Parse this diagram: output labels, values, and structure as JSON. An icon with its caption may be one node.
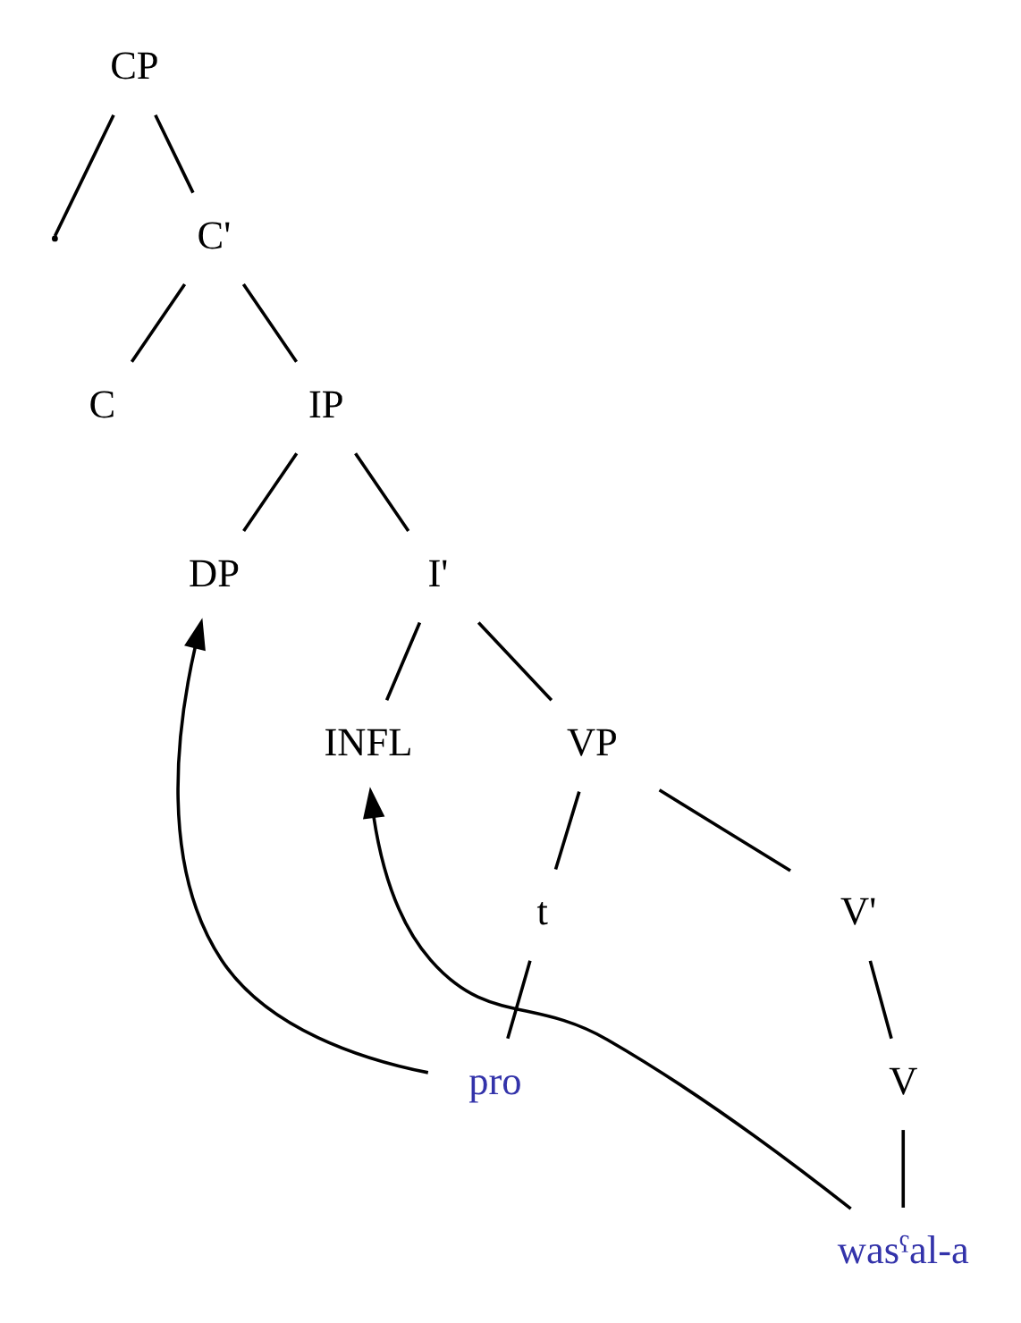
{
  "diagram": {
    "nodes": [
      {
        "text": [
          "CP"
        ]
      },
      {
        "text": [],
        "shape": "point"
      },
      {
        "text": [
          "C'"
        ]
      },
      {
        "text": [
          "C"
        ]
      },
      {
        "text": [
          "IP"
        ]
      },
      {
        "text": [
          "DP"
        ]
      },
      {
        "text": [
          "I'"
        ]
      },
      {
        "text": [
          "INFL"
        ]
      },
      {
        "text": [
          "VP"
        ]
      },
      {
        "text": [
          "t"
        ]
      },
      {
        "text": [
          "V'"
        ]
      },
      {
        "text": [
          "pro"
        ]
      },
      {
        "text": [
          "V"
        ]
      },
      {
        "text": [
          "wasˤal-a"
        ]
      }
    ],
    "edges": [
      {
        "from": 0,
        "to": 1,
        "arrow": "none"
      },
      {
        "from": 0,
        "to": 2,
        "arrow": "none"
      },
      {
        "from": 2,
        "to": 3,
        "arrow": "none"
      },
      {
        "from": 2,
        "to": 4,
        "arrow": "none"
      },
      {
        "from": 4,
        "to": 5,
        "arrow": "none"
      },
      {
        "from": 4,
        "to": 6,
        "arrow": "none"
      },
      {
        "from": 6,
        "to": 7,
        "arrow": "none"
      },
      {
        "from": 6,
        "to": 8,
        "arrow": "none"
      },
      {
        "from": 8,
        "to": 9,
        "arrow": "none"
      },
      {
        "from": 8,
        "to": 10,
        "arrow": "none"
      },
      {
        "from": 9,
        "to": 11,
        "arrow": "none"
      },
      {
        "from": 10,
        "to": 12,
        "arrow": "none"
      },
      {
        "from": 12,
        "to": 13,
        "arrow": "none"
      },
      {
        "from": 11,
        "to": 5,
        "arrow": "to"
      },
      {
        "from": 13,
        "to": 7,
        "arrow": "to"
      }
    ]
  }
}
